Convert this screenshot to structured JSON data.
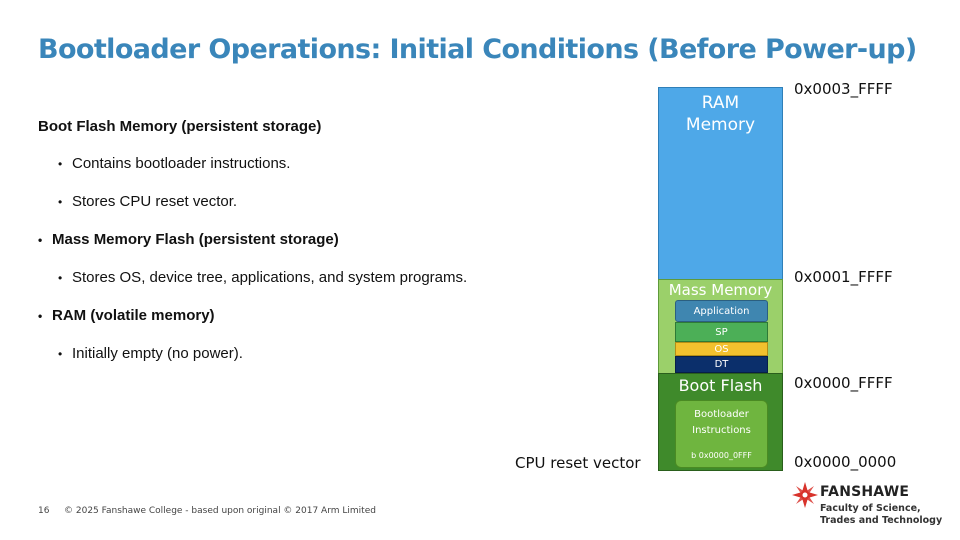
{
  "title": "Bootloader Operations: Initial Conditions (Before Power-up)",
  "bullets": [
    {
      "text": "Boot Flash Memory (persistent storage)",
      "level": 0,
      "bold": true,
      "dot": false
    },
    {
      "text": "Contains bootloader instructions.",
      "level": 1,
      "bold": false,
      "dot": true
    },
    {
      "text": "Stores CPU reset vector.",
      "level": 1,
      "bold": false,
      "dot": true
    },
    {
      "text": "Mass Memory Flash (persistent storage)",
      "level": 0,
      "bold": true,
      "dot": true
    },
    {
      "text": "Stores OS, device tree, applications, and system programs.",
      "level": 1,
      "bold": false,
      "dot": true
    },
    {
      "text": "RAM (volatile memory)",
      "level": 0,
      "bold": true,
      "dot": true
    },
    {
      "text": "Initially empty (no power).",
      "level": 1,
      "bold": false,
      "dot": true
    }
  ],
  "bullet_glyph": "•",
  "memory_map": {
    "ram_label_line1": "RAM",
    "ram_label_line2": "Memory",
    "mass_label": "Mass Memory",
    "mass_items": {
      "application": "Application",
      "sp": "SP",
      "os": "OS",
      "dt": "DT"
    },
    "boot_label": "Boot Flash",
    "bootloader_line1": "Bootloader",
    "bootloader_line2": "Instructions",
    "bootloader_addr": "b 0x0000_0FFF",
    "cpu_reset_vector": "CPU reset vector",
    "addresses": {
      "ram_top": "0x0003_FFFF",
      "mass_top": "0x0001_FFFF",
      "boot_top": "0x0000_FFFF",
      "bottom": "0x0000_0000"
    },
    "colors": {
      "ram": "#4ea8e8",
      "mass": "#9bd06a",
      "boot": "#3f8a2b",
      "application": "#3f86b0",
      "sp": "#4caf57",
      "os": "#f2c12e",
      "dt": "#0b2f6b",
      "bootloader_box": "#6fb53f"
    }
  },
  "footer": {
    "page": "16",
    "text": "© 2025 Fanshawe College  - based upon original © 2017 Arm Limited"
  },
  "logo": {
    "name": "FANSHAWE",
    "line1": "Faculty of Science,",
    "line2": "Trades and Technology",
    "title_color": "#3a86ba"
  }
}
